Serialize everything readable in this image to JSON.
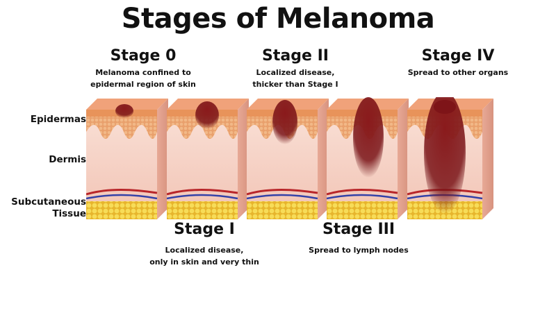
{
  "title": "Stages of Melanoma",
  "stages_top": [
    {
      "name": "Stage 0",
      "desc": [
        "Melanoma confined to",
        "epidermal region of skin"
      ]
    },
    {
      "name": "Stage II",
      "desc": [
        "Localized disease,",
        "thicker than Stage I"
      ]
    },
    {
      "name": "Stage IV",
      "desc": [
        "Spread to other organs"
      ]
    }
  ],
  "stages_bottom": [
    {
      "name": "Stage I",
      "desc": [
        "Localized disease,",
        "only in skin and very thin"
      ]
    },
    {
      "name": "Stage III",
      "desc": [
        "Spread to lymph nodes"
      ]
    }
  ],
  "layers": {
    "epidermis": "Epidermas",
    "dermis": "Dermis",
    "subcutaneous_1": "Subcutaneous",
    "subcutaneous_2": "Tissue"
  },
  "colors": {
    "epidermis": "#e8935a",
    "dermis": "#f6d3c8",
    "fat": "#f2cf3c",
    "artery": "#b8262a",
    "vein": "#3341a8",
    "tumor": "#7a1418"
  }
}
